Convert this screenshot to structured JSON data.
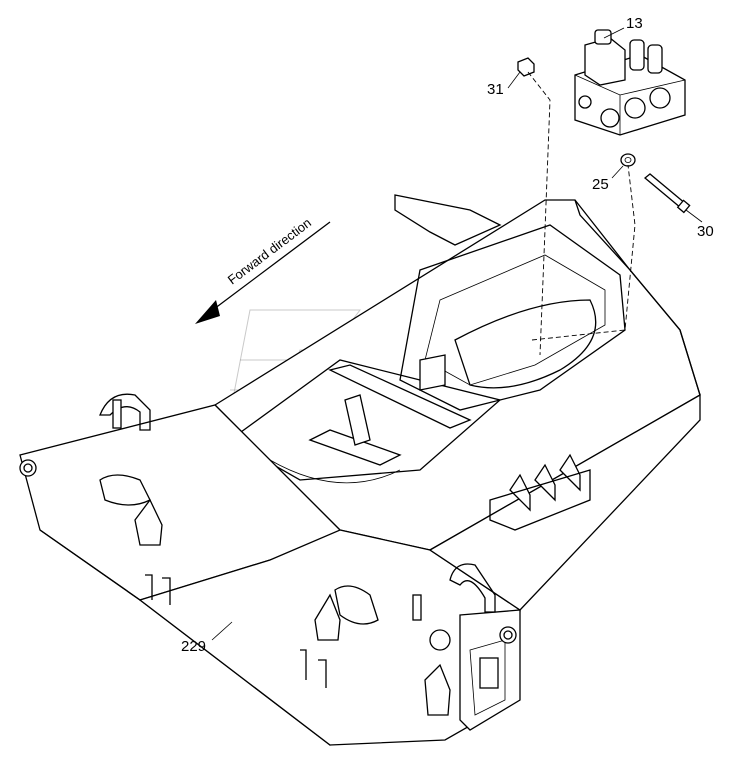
{
  "diagram": {
    "direction_label": "Forward direction",
    "callouts": [
      {
        "id": "13",
        "label": "13"
      },
      {
        "id": "31",
        "label": "31"
      },
      {
        "id": "25",
        "label": "25"
      },
      {
        "id": "30",
        "label": "30"
      },
      {
        "id": "229",
        "label": "229"
      }
    ]
  }
}
